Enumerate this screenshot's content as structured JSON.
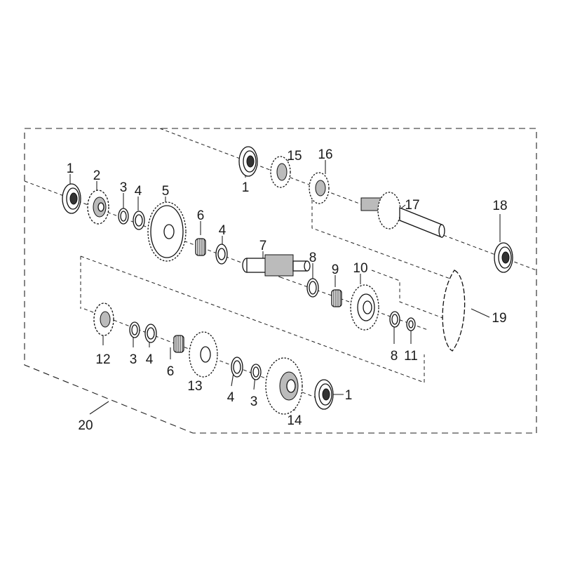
{
  "callouts": {
    "c1a": "1",
    "c2": "2",
    "c3a": "3",
    "c4a": "4",
    "c5": "5",
    "c6a": "6",
    "c4b": "4",
    "c7": "7",
    "c8a": "8",
    "c9": "9",
    "c10": "10",
    "c1b": "1",
    "c15": "15",
    "c16": "16",
    "c17": "17",
    "c18": "18",
    "c19": "19",
    "c12": "12",
    "c3b": "3",
    "c4c": "4",
    "c6b": "6",
    "c13": "13",
    "c4d": "4",
    "c3c": "3",
    "c14": "14",
    "c1c": "1",
    "c8b": "8",
    "c11": "11",
    "c20": "20"
  }
}
